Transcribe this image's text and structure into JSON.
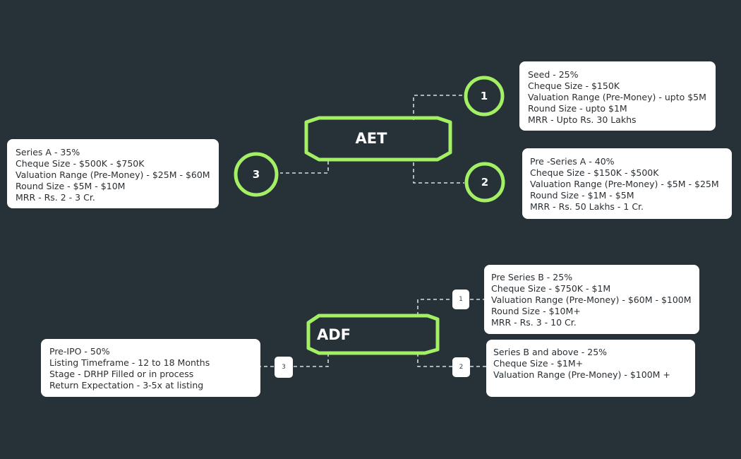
{
  "colors": {
    "background": "#273138",
    "accent": "#a4f064",
    "connector": "#ffffff",
    "box": "#ffffff",
    "text": "#2a2f33"
  },
  "aet": {
    "title": "AET",
    "nodes": [
      {
        "label": "1",
        "lines": [
          "Seed - 25%",
          "Cheque Size - $150K",
          "Valuation Range (Pre-Money) - upto $5M",
          "Round Size - upto $1M",
          "MRR - Upto Rs. 30 Lakhs"
        ]
      },
      {
        "label": "2",
        "lines": [
          "Pre -Series A - 40%",
          "Cheque Size - $150K - $500K",
          "Valuation Range (Pre-Money) - $5M - $25M",
          "Round Size - $1M - $5M",
          "MRR - Rs. 50 Lakhs - 1 Cr."
        ]
      },
      {
        "label": "3",
        "lines": [
          "Series A - 35%",
          "Cheque Size - $500K - $750K",
          "Valuation Range (Pre-Money) - $25M - $60M",
          "Round Size - $5M - $10M",
          "MRR - Rs. 2 - 3 Cr."
        ]
      }
    ]
  },
  "adf": {
    "title": "ADF",
    "nodes": [
      {
        "label": "1",
        "lines": [
          "Pre Series B - 25%",
          "Cheque Size - $750K - $1M",
          "Valuation Range (Pre-Money) - $60M - $100M",
          "Round Size - $10M+",
          "MRR - Rs. 3 - 10 Cr."
        ]
      },
      {
        "label": "2",
        "lines": [
          "Series B and above - 25%",
          "Cheque Size - $1M+",
          "Valuation Range (Pre-Money) - $100M +"
        ]
      },
      {
        "label": "3",
        "lines": [
          "Pre-IPO - 50%",
          "Listing Timeframe - 12 to 18 Months",
          "Stage - DRHP Filled or in process",
          "Return Expectation - 3-5x at listing"
        ]
      }
    ]
  }
}
